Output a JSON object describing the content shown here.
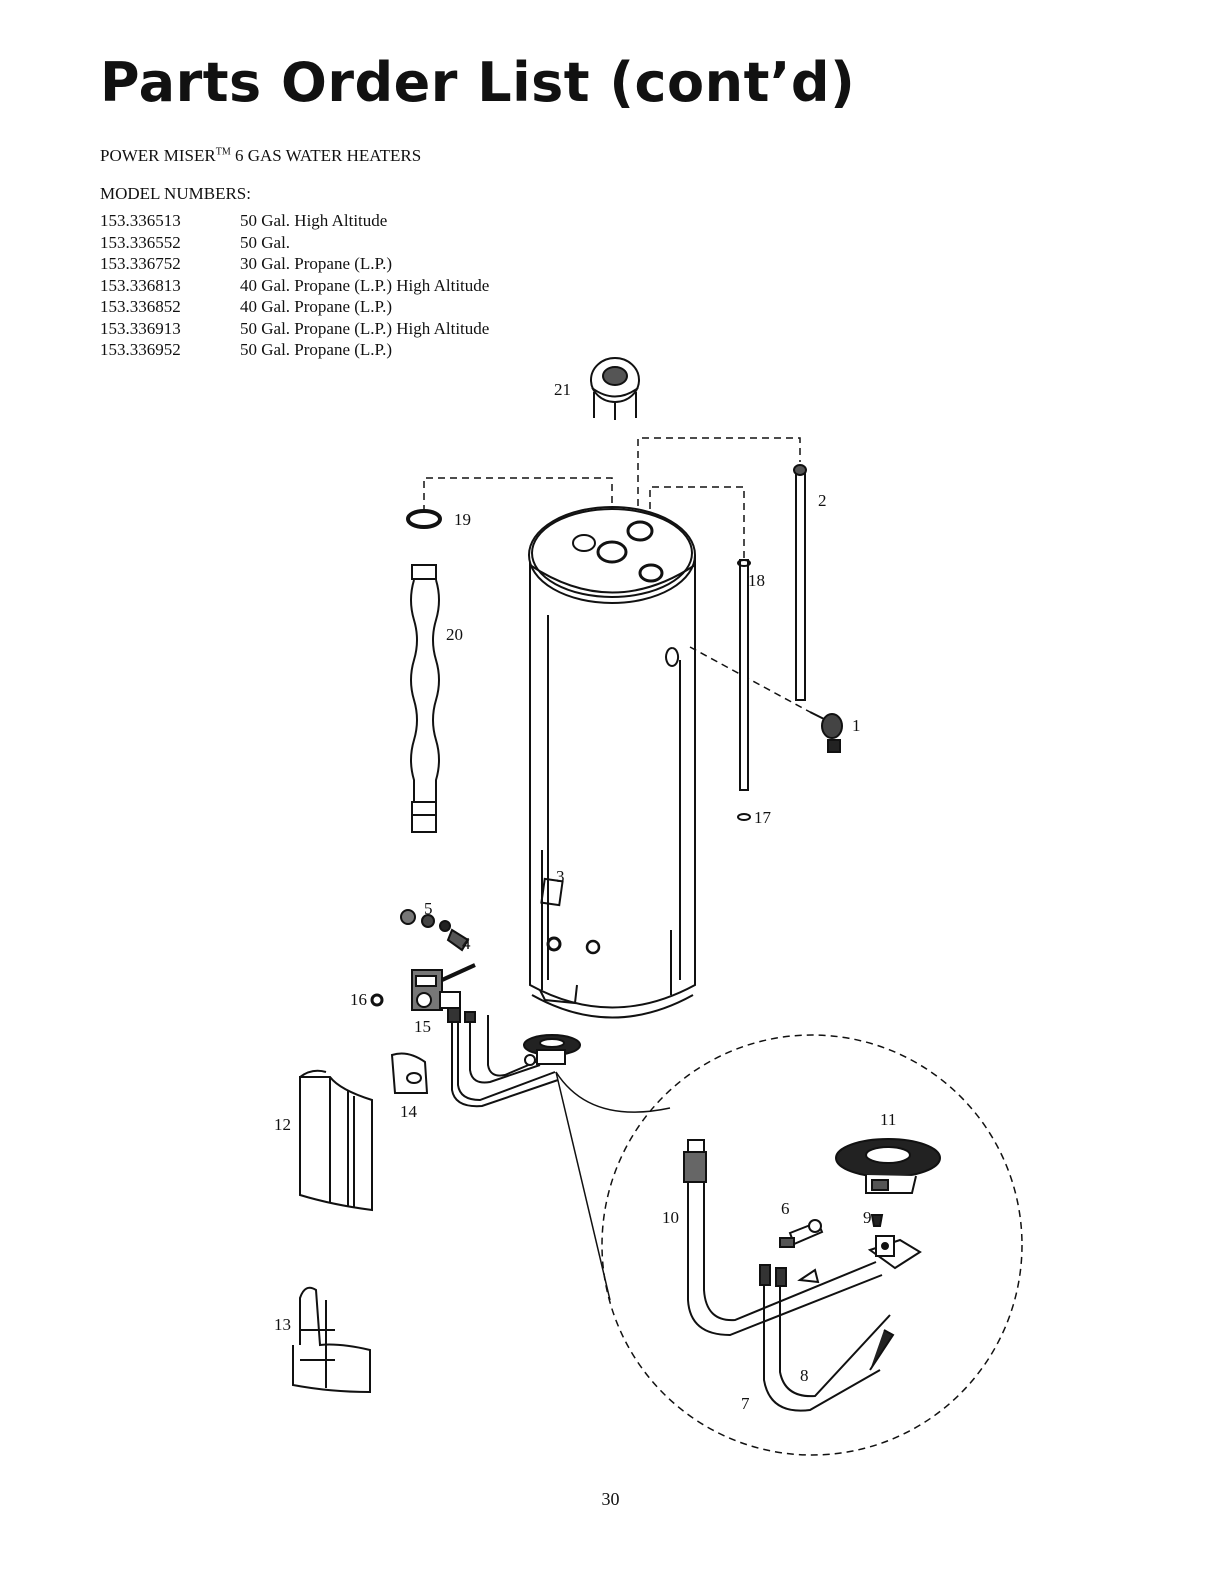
{
  "header": {
    "title": "Parts Order List (cont’d)",
    "subtitle": "POWER MISER",
    "subtitle_tm": "TM",
    "subtitle_rest": "6 GAS WATER HEATERS",
    "models_heading": "MODEL NUMBERS:"
  },
  "models": [
    {
      "number": "153.336513",
      "description": "50 Gal. High Altitude"
    },
    {
      "number": "153.336552",
      "description": "50 Gal."
    },
    {
      "number": "153.336752",
      "description": "30 Gal. Propane (L.P.)"
    },
    {
      "number": "153.336813",
      "description": "40 Gal. Propane (L.P.) High Altitude"
    },
    {
      "number": "153.336852",
      "description": "40 Gal. Propane (L.P.)"
    },
    {
      "number": "153.336913",
      "description": "50 Gal. Propane (L.P.) High Altitude"
    },
    {
      "number": "153.336952",
      "description": "50 Gal. Propane (L.P.)"
    }
  ],
  "callouts": {
    "c1": "1",
    "c2": "2",
    "c3": "3",
    "c4": "4",
    "c5": "5",
    "c6": "6",
    "c7": "7",
    "c8": "8",
    "c9": "9",
    "c10": "10",
    "c11": "11",
    "c12": "12",
    "c13": "13",
    "c14": "14",
    "c15": "15",
    "c16": "16",
    "c17": "17",
    "c18": "18",
    "c19": "19",
    "c20": "20",
    "c21": "21"
  },
  "page_number": "30"
}
